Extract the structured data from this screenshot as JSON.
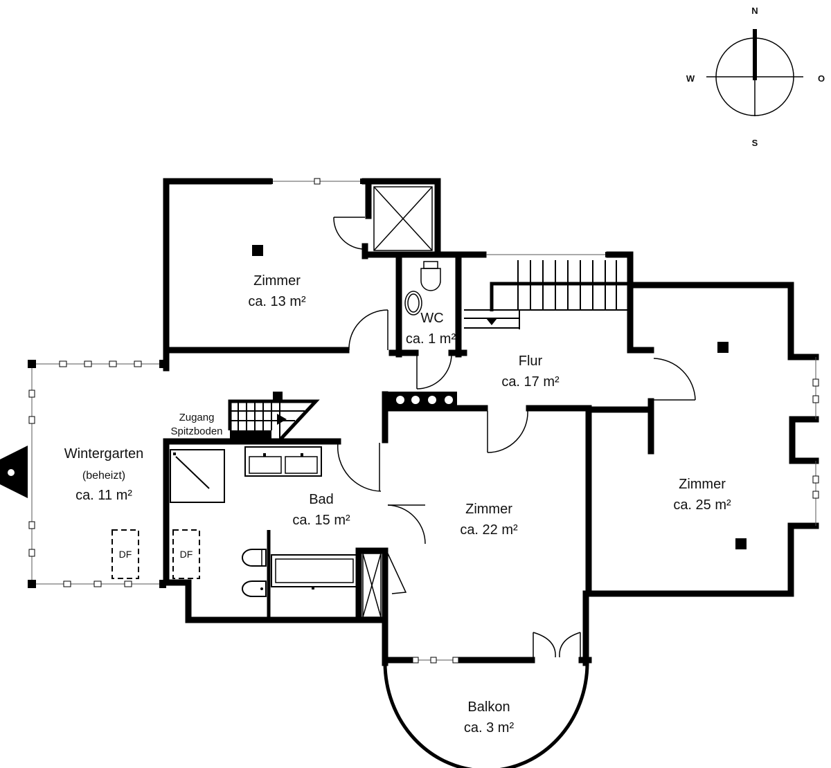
{
  "compass": {
    "north": "N",
    "south": "S",
    "west": "W",
    "east": "O"
  },
  "rooms": {
    "zimmer_13": {
      "name": "Zimmer",
      "area": "ca. 13 m²"
    },
    "wc": {
      "name": "WC",
      "area": "ca. 1 m²"
    },
    "flur": {
      "name": "Flur",
      "area": "ca. 17 m²"
    },
    "wintergarten": {
      "name": "Wintergarten",
      "note": "(beheizt)",
      "area": "ca. 11 m²"
    },
    "bad": {
      "name": "Bad",
      "area": "ca. 15 m²"
    },
    "zimmer_22": {
      "name": "Zimmer",
      "area": "ca. 22 m²"
    },
    "zimmer_25": {
      "name": "Zimmer",
      "area": "ca. 25 m²"
    },
    "balkon": {
      "name": "Balkon",
      "area": "ca. 3 m²"
    }
  },
  "annotations": {
    "zugang_line1": "Zugang",
    "zugang_line2": "Spitzboden",
    "skylight_left": "DF",
    "skylight_right": "DF"
  },
  "colors": {
    "wall": "#000000",
    "background": "#ffffff"
  }
}
